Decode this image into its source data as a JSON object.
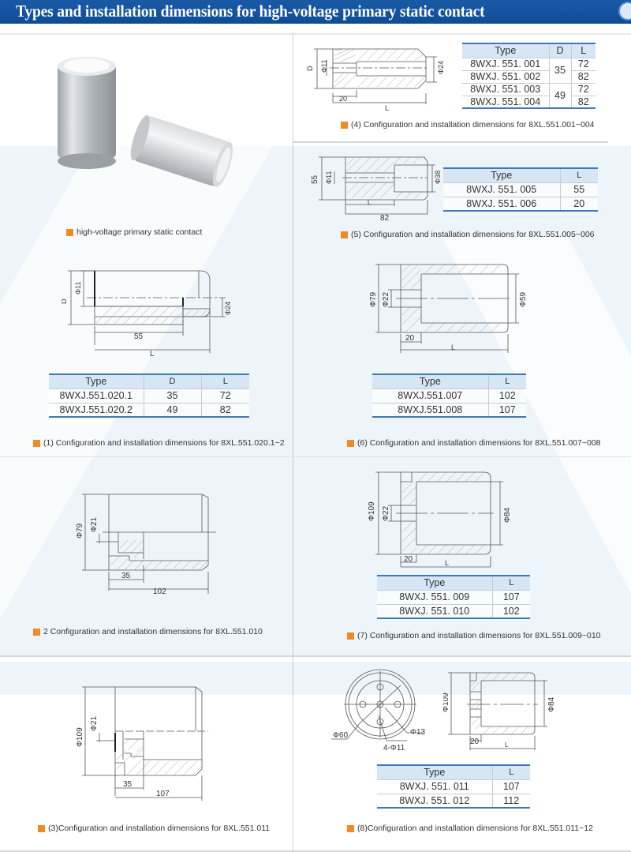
{
  "header": {
    "title": "Types and installation dimensions for high-voltage primary static contact"
  },
  "colors": {
    "header_bg": "#0e4c96",
    "bullet": "#f08a24",
    "table_header_bg": "#d6e6f5",
    "table_rule": "#3f78b4",
    "bg_tint": "#eef5fa"
  },
  "photo": {
    "caption": "high-voltage primary static contact"
  },
  "section4": {
    "caption": "(4) Configuration and installation dimensions for 8XL.551.001~004",
    "drawing_labels": {
      "d": "D",
      "phi11": "Φ11",
      "phi24": "Φ24",
      "dim20": "20",
      "l": "L"
    },
    "table": {
      "headers": [
        "Type",
        "D",
        "L"
      ],
      "rows": [
        {
          "type": "8WXJ. 551. 001",
          "d": "35",
          "l": "72"
        },
        {
          "type": "8WXJ. 551. 002",
          "d": "35",
          "l": "82"
        },
        {
          "type": "8WXJ. 551. 003",
          "d": "49",
          "l": "72"
        },
        {
          "type": "8WXJ. 551. 004",
          "d": "49",
          "l": "82"
        }
      ]
    }
  },
  "section5": {
    "caption": "(5) Configuration and installation dimensions for 8XL.551.005~006",
    "drawing_labels": {
      "h55": "55",
      "phi11": "Φ11",
      "phi38": "Φ38",
      "l": "L",
      "dim82": "82"
    },
    "table": {
      "headers": [
        "Type",
        "L"
      ],
      "rows": [
        {
          "type": "8WXJ. 551. 005",
          "l": "55"
        },
        {
          "type": "8WXJ. 551. 006",
          "l": "20"
        }
      ]
    }
  },
  "section1": {
    "caption": "(1) Configuration and installation dimensions for 8XL.551.020.1~2",
    "drawing_labels": {
      "d": "D",
      "phi11": "Φ11",
      "phi24": "Φ24",
      "dim55": "55",
      "l": "L"
    },
    "table": {
      "headers": [
        "Type",
        "D",
        "L"
      ],
      "rows": [
        {
          "type": "8WXJ.551.020.1",
          "d": "35",
          "l": "72"
        },
        {
          "type": "8WXJ.551.020.2",
          "d": "49",
          "l": "82"
        }
      ]
    }
  },
  "section6": {
    "caption": "(6) Configuration and installation dimensions for 8XL.551.007~008",
    "drawing_labels": {
      "phi79": "Φ79",
      "phi22": "Φ22",
      "phi59": "Φ59",
      "dim20": "20",
      "l": "L"
    },
    "table": {
      "headers": [
        "Type",
        "L"
      ],
      "rows": [
        {
          "type": "8WXJ.551.007",
          "l": "102"
        },
        {
          "type": "8WXJ.551.008",
          "l": "107"
        }
      ]
    }
  },
  "section2": {
    "caption": "2  Configuration and installation dimensions for 8XL.551.010",
    "drawing_labels": {
      "phi79": "Φ79",
      "phi21": "Φ21",
      "dim35": "35",
      "dim102": "102"
    }
  },
  "section7": {
    "caption": "(7) Configuration and installation dimensions for 8XL.551.009~010",
    "drawing_labels": {
      "phi109": "Φ109",
      "phi22": "Φ22",
      "phi84": "Φ84",
      "dim20": "20",
      "l": "L"
    },
    "table": {
      "headers": [
        "Type",
        "L"
      ],
      "rows": [
        {
          "type": "8WXJ. 551. 009",
          "l": "107"
        },
        {
          "type": "8WXJ. 551. 010",
          "l": "102"
        }
      ]
    }
  },
  "section3": {
    "caption": "(3)Configuration and installation dimensions for 8XL.551.011",
    "drawing_labels": {
      "phi109": "Φ109",
      "phi21": "Φ21",
      "dim35": "35",
      "dim107": "107"
    }
  },
  "section8": {
    "caption": "(8)Configuration and installation dimensions for 8XL.551.011~12",
    "drawing_labels": {
      "phi60": "Φ60",
      "phi13": "Φ13",
      "holes": "4-Φ11",
      "phi109": "Φ109",
      "phi84": "Φ84",
      "dim20": "20",
      "l": "L"
    },
    "table": {
      "headers": [
        "Type",
        "L"
      ],
      "rows": [
        {
          "type": "8WXJ. 551. 011",
          "l": "107"
        },
        {
          "type": "8WXJ. 551. 012",
          "l": "112"
        }
      ]
    }
  }
}
